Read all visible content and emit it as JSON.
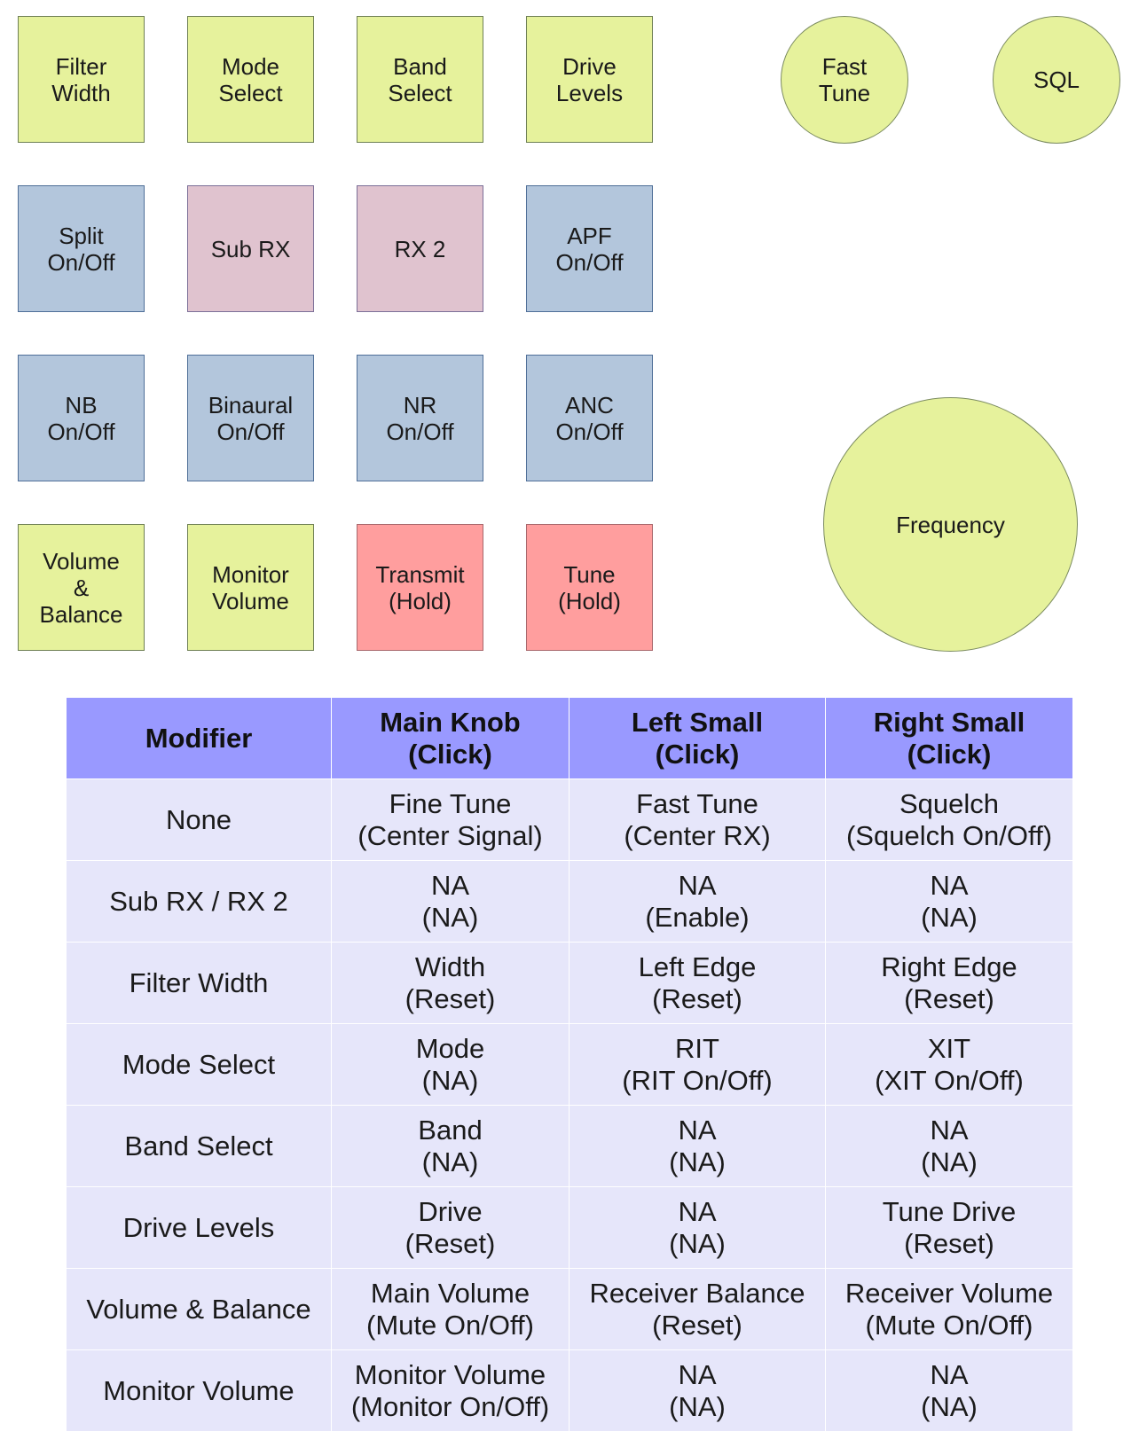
{
  "buttons": {
    "filter_width": "Filter\nWidth",
    "mode_select": "Mode\nSelect",
    "band_select": "Band\nSelect",
    "drive_levels": "Drive\nLevels",
    "split": "Split\nOn/Off",
    "sub_rx": "Sub RX",
    "rx2": "RX 2",
    "apf": "APF\nOn/Off",
    "nb": "NB\nOn/Off",
    "binaural": "Binaural\nOn/Off",
    "nr": "NR\nOn/Off",
    "anc": "ANC\nOn/Off",
    "volume_balance": "Volume\n&\nBalance",
    "monitor_volume": "Monitor\nVolume",
    "transmit": "Transmit\n(Hold)",
    "tune": "Tune\n(Hold)"
  },
  "knobs": {
    "fast_tune": "Fast\nTune",
    "sql": "SQL",
    "frequency": "Frequency"
  },
  "colors": {
    "yellow": "#e6f29c",
    "blue": "#b3c6dc",
    "pink": "#e0c3cf",
    "red": "#ff9e9e",
    "header": "#9999ff",
    "cell": "#e6e6fa"
  },
  "table": {
    "headers": [
      "Modifier",
      "Main Knob\n(Click)",
      "Left Small\n(Click)",
      "Right Small\n(Click)"
    ],
    "rows": [
      [
        "None",
        "Fine Tune\n(Center Signal)",
        "Fast Tune\n(Center RX)",
        "Squelch\n(Squelch On/Off)"
      ],
      [
        "Sub RX / RX 2",
        "NA\n(NA)",
        "NA\n(Enable)",
        "NA\n(NA)"
      ],
      [
        "Filter Width",
        "Width\n(Reset)",
        "Left Edge\n(Reset)",
        "Right Edge\n(Reset)"
      ],
      [
        "Mode Select",
        "Mode\n(NA)",
        "RIT\n(RIT On/Off)",
        "XIT\n(XIT On/Off)"
      ],
      [
        "Band Select",
        "Band\n(NA)",
        "NA\n(NA)",
        "NA\n(NA)"
      ],
      [
        "Drive Levels",
        "Drive\n(Reset)",
        "NA\n(NA)",
        "Tune Drive\n(Reset)"
      ],
      [
        "Volume & Balance",
        "Main Volume\n(Mute On/Off)",
        "Receiver Balance\n(Reset)",
        "Receiver Volume\n(Mute On/Off)"
      ],
      [
        "Monitor Volume",
        "Monitor Volume\n(Monitor On/Off)",
        "NA\n(NA)",
        "NA\n(NA)"
      ]
    ]
  }
}
